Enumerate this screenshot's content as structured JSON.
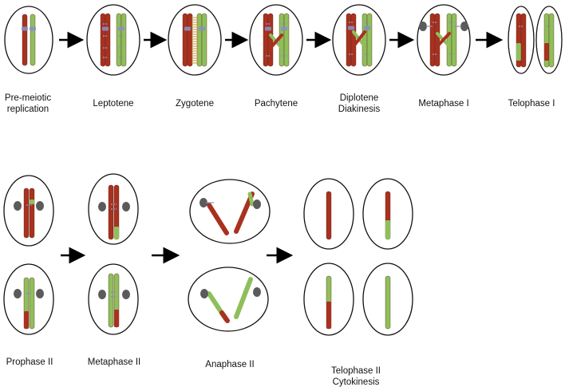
{
  "colors": {
    "maternal": "#a8311f",
    "paternal": "#8fbf5a",
    "cohesin": "#8a8fc2",
    "spindle": "#5b5b5b",
    "synaptonemal": "#c9922e",
    "outline": "#111111",
    "arrow": "#000000"
  },
  "stages_row1": [
    {
      "id": "premeiotic",
      "label_lines": [
        "Pre-meiotic",
        "replication"
      ]
    },
    {
      "id": "leptotene",
      "label_lines": [
        "Leptotene"
      ]
    },
    {
      "id": "zygotene",
      "label_lines": [
        "Zygotene"
      ]
    },
    {
      "id": "pachytene",
      "label_lines": [
        "Pachytene"
      ]
    },
    {
      "id": "diplotene",
      "label_lines": [
        "Diplotene",
        "Diakinesis"
      ]
    },
    {
      "id": "metaphase-1",
      "label_lines": [
        "Metaphase I"
      ]
    },
    {
      "id": "telophase-1",
      "label_lines": [
        "Telophase I"
      ]
    }
  ],
  "stages_row2": [
    {
      "id": "prophase-2",
      "label_lines": [
        "Prophase II"
      ]
    },
    {
      "id": "metaphase-2",
      "label_lines": [
        "Metaphase II"
      ]
    },
    {
      "id": "anaphase-2",
      "label_lines": [
        "Anaphase II"
      ]
    },
    {
      "id": "telophase-2",
      "label_lines": [
        "Telophase II",
        "Cytokinesis"
      ]
    }
  ]
}
